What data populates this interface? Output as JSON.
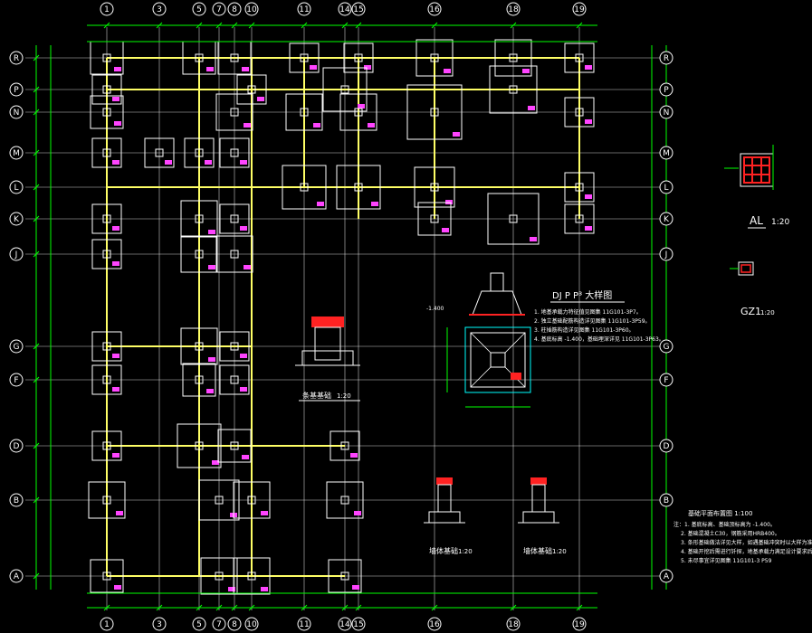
{
  "axes": {
    "columns": [
      "1",
      "3",
      "5",
      "7",
      "8",
      "10",
      "11",
      "14",
      "15",
      "16",
      "18",
      "19"
    ],
    "rows": [
      "R",
      "P",
      "N",
      "M",
      "L",
      "K",
      "J",
      "G",
      "F",
      "D",
      "B",
      "A"
    ]
  },
  "details": {
    "al": {
      "title": "AL",
      "scale": "1:20"
    },
    "gz1": {
      "title": "GZ1",
      "scale": "1:20"
    },
    "dj": {
      "title": "DJ P P³ 大样图",
      "notes": [
        "1. 地基承载力特征值见图集 11G101-3P7。",
        "2. 独立基础配筋构造详见图集 11G101-3P59。",
        "3. 柱插筋构造详见图集 11G101-3P60。",
        "4. 基底标高 -1.400，基础埋深详见 11G101-3P63。"
      ]
    },
    "tiao": {
      "title": "条基基础",
      "scale": "1:20"
    },
    "qj1": {
      "title": "墙体基础",
      "scale": "1:20"
    },
    "qj2": {
      "title": "墙体基础",
      "scale": "1:20"
    },
    "elev_left": "-1.400"
  },
  "plan_notes": {
    "title": "基础平面布置图 1:100",
    "lines": [
      "注：1. 基底标高、基础顶标高为 -1.400。",
      "2. 基础混凝土C30，钢筋采用HRB400。",
      "3. 条形基础做法详见大样，如遇基础冲突时以大样为准。",
      "4. 基础开挖后需进行钎探，地基承载力满足设计要求后方可施工。",
      "5. 未尽事宜详见图集 11G101-3 P59"
    ]
  },
  "colors": {
    "axis_line": "#ffffff",
    "beam": "#ffff66",
    "footing": "#ffffff",
    "dim": "#00ff00",
    "column": "#ff2222",
    "label": "#ff44ff",
    "detail": "#00ffff"
  }
}
